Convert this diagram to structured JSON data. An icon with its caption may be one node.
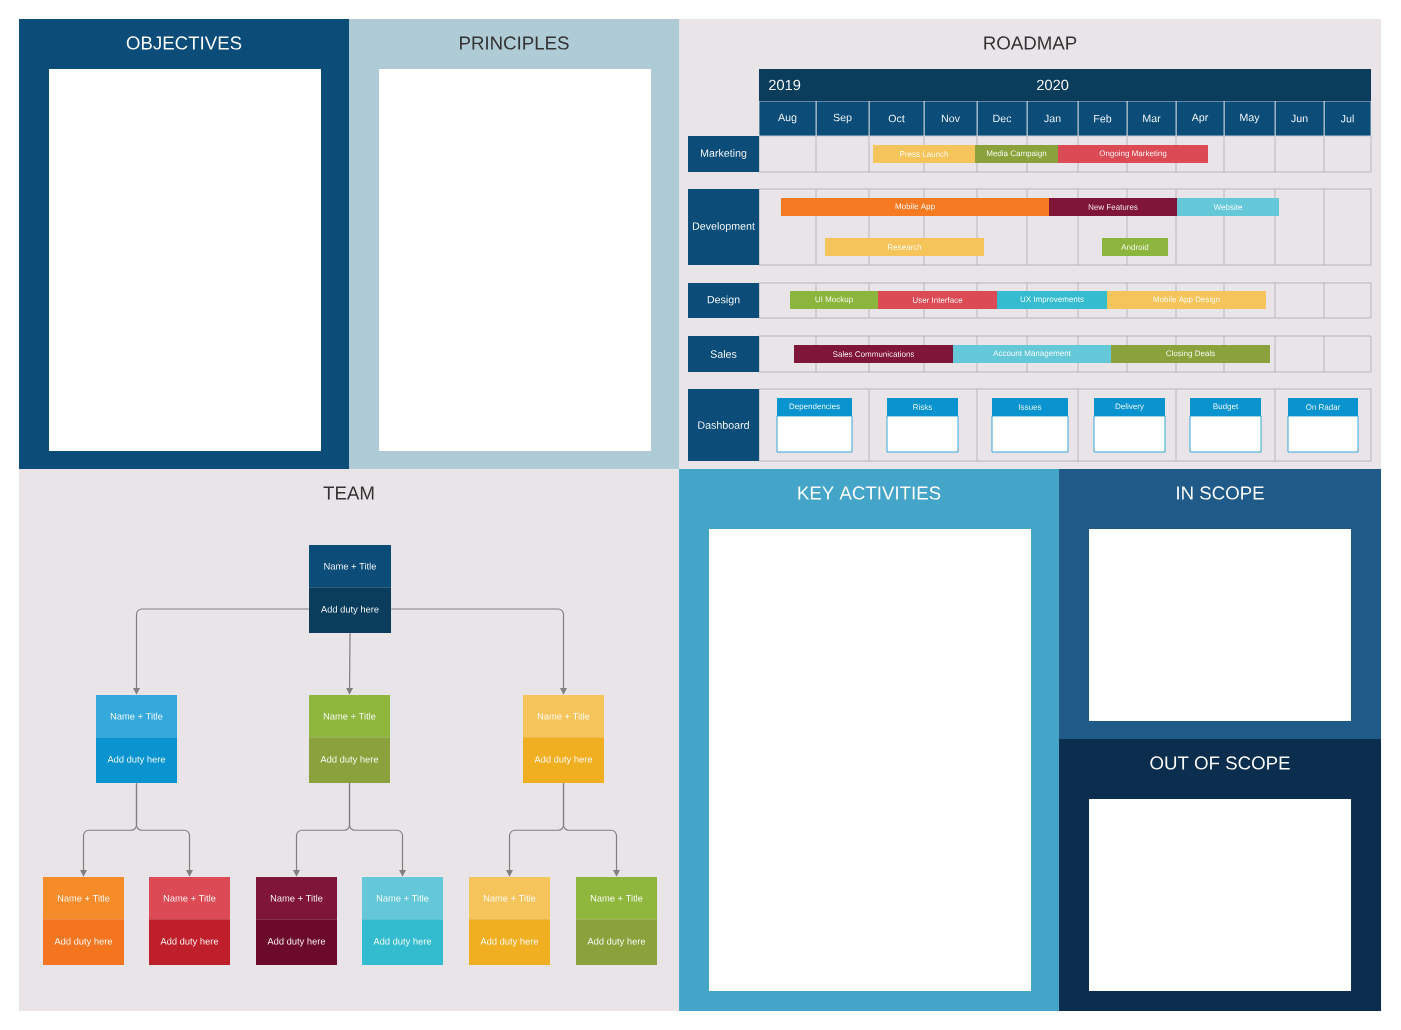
{
  "diagram": {
    "nodes": [
      {
        "text": [
          "OBJECTIVES"
        ]
      },
      {
        "text": [],
        "shape": "box",
        "in": 0
      },
      {
        "text": [
          "PRINCIPLES"
        ]
      },
      {
        "text": [],
        "shape": "box",
        "in": 2
      },
      {
        "text": [
          "ROADMAP"
        ]
      },
      {
        "text": [
          "2019",
          "2020"
        ],
        "in": 4
      },
      {
        "text": [
          "Aug"
        ],
        "in": 4
      },
      {
        "text": [
          "Sep"
        ],
        "in": 4
      },
      {
        "text": [
          "Oct"
        ],
        "in": 4
      },
      {
        "text": [
          "Nov"
        ],
        "in": 4
      },
      {
        "text": [
          "Dec"
        ],
        "in": 4
      },
      {
        "text": [
          "Jan"
        ],
        "in": 4
      },
      {
        "text": [
          "Feb"
        ],
        "in": 4
      },
      {
        "text": [
          "Mar"
        ],
        "in": 4
      },
      {
        "text": [
          "Apr"
        ],
        "in": 4
      },
      {
        "text": [
          "May"
        ],
        "in": 4
      },
      {
        "text": [
          "Jun"
        ],
        "in": 4
      },
      {
        "text": [
          "Jul"
        ],
        "in": 4
      },
      {
        "text": [
          "Marketing"
        ],
        "in": 4
      },
      {
        "text": [
          "Press Launch"
        ],
        "in": 4
      },
      {
        "text": [
          "Media Campaign"
        ],
        "in": 4
      },
      {
        "text": [
          "Ongoing Marketing"
        ],
        "in": 4
      },
      {
        "text": [
          "Development"
        ],
        "in": 4
      },
      {
        "text": [
          "Mobile App"
        ],
        "in": 4
      },
      {
        "text": [
          "New Features"
        ],
        "in": 4
      },
      {
        "text": [
          "Website"
        ],
        "in": 4
      },
      {
        "text": [
          "Research"
        ],
        "in": 4
      },
      {
        "text": [
          "Android"
        ],
        "in": 4
      },
      {
        "text": [
          "Design"
        ],
        "in": 4
      },
      {
        "text": [
          "UI Mockup"
        ],
        "in": 4
      },
      {
        "text": [
          "User Interface"
        ],
        "in": 4
      },
      {
        "text": [
          "UX Improvements"
        ],
        "in": 4
      },
      {
        "text": [
          "Mobile App Design"
        ],
        "in": 4
      },
      {
        "text": [
          "Sales"
        ],
        "in": 4
      },
      {
        "text": [
          "Sales Communications"
        ],
        "in": 4
      },
      {
        "text": [
          "Account Management"
        ],
        "in": 4
      },
      {
        "text": [
          "Closing Deals"
        ],
        "in": 4
      },
      {
        "text": [
          "Dashboard"
        ],
        "in": 4
      },
      {
        "text": [
          "Dependencies"
        ],
        "in": 4
      },
      {
        "text": [
          "Risks"
        ],
        "in": 4
      },
      {
        "text": [
          "Issues"
        ],
        "in": 4
      },
      {
        "text": [
          "Delivery"
        ],
        "in": 4
      },
      {
        "text": [
          "Budget"
        ],
        "in": 4
      },
      {
        "text": [
          "On Radar"
        ],
        "in": 4
      },
      {
        "text": [
          "TEAM"
        ]
      },
      {
        "text": [
          "Name + Title",
          "Add duty here"
        ],
        "in": 44
      },
      {
        "text": [
          "Name + Title",
          "Add duty here"
        ],
        "in": 44
      },
      {
        "text": [
          "Name + Title",
          "Add duty here"
        ],
        "in": 44
      },
      {
        "text": [
          "Name + Title",
          "Add duty here"
        ],
        "in": 44
      },
      {
        "text": [
          "Name + Title",
          "Add duty here"
        ],
        "in": 44
      },
      {
        "text": [
          "Name + Title",
          "Add duty here"
        ],
        "in": 44
      },
      {
        "text": [
          "Name + Title",
          "Add duty here"
        ],
        "in": 44
      },
      {
        "text": [
          "Name + Title",
          "Add duty here"
        ],
        "in": 44
      },
      {
        "text": [
          "Name + Title",
          "Add duty here"
        ],
        "in": 44
      },
      {
        "text": [
          "Name + Title",
          "Add duty here"
        ],
        "in": 44
      },
      {
        "text": [
          "KEY ACTIVITIES"
        ]
      },
      {
        "text": [],
        "shape": "box",
        "in": 55
      },
      {
        "text": [
          "IN SCOPE"
        ]
      },
      {
        "text": [],
        "shape": "box",
        "in": 57
      },
      {
        "text": [
          "OUT OF SCOPE"
        ]
      },
      {
        "text": [],
        "shape": "box",
        "in": 59
      }
    ],
    "edges": [
      {
        "from": 45,
        "to": 46,
        "arrow": "to"
      },
      {
        "from": 45,
        "to": 47,
        "arrow": "to"
      },
      {
        "from": 45,
        "to": 48,
        "arrow": "to"
      },
      {
        "from": 46,
        "to": 49,
        "arrow": "to"
      },
      {
        "from": 46,
        "to": 50,
        "arrow": "to"
      },
      {
        "from": 47,
        "to": 51,
        "arrow": "to"
      },
      {
        "from": 47,
        "to": 52,
        "arrow": "to"
      },
      {
        "from": 48,
        "to": 53,
        "arrow": "to"
      },
      {
        "from": 48,
        "to": 54,
        "arrow": "to"
      }
    ]
  }
}
